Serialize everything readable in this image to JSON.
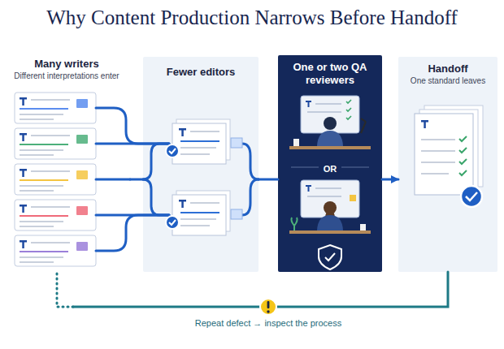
{
  "diagram": {
    "title": "Why Content Production Narrows Before Handoff",
    "nodes": [
      {
        "text": [
          "Many writers",
          "Different interpretations enter"
        ]
      },
      {
        "text": [
          "Fewer editors"
        ]
      },
      {
        "text": [
          "One or two QA reviewers"
        ]
      },
      {
        "text": [
          "Handoff",
          "One standard leaves"
        ]
      }
    ],
    "edges": [
      {
        "from": 0,
        "to": 1,
        "arrow": "none"
      },
      {
        "from": 1,
        "to": 2,
        "arrow": "none"
      },
      {
        "from": 2,
        "to": 3,
        "arrow": "to"
      },
      {
        "from": 3,
        "to": 0,
        "arrow": "none",
        "label": "Repeat defect → inspect the process"
      }
    ],
    "labels": [
      "OR"
    ]
  }
}
